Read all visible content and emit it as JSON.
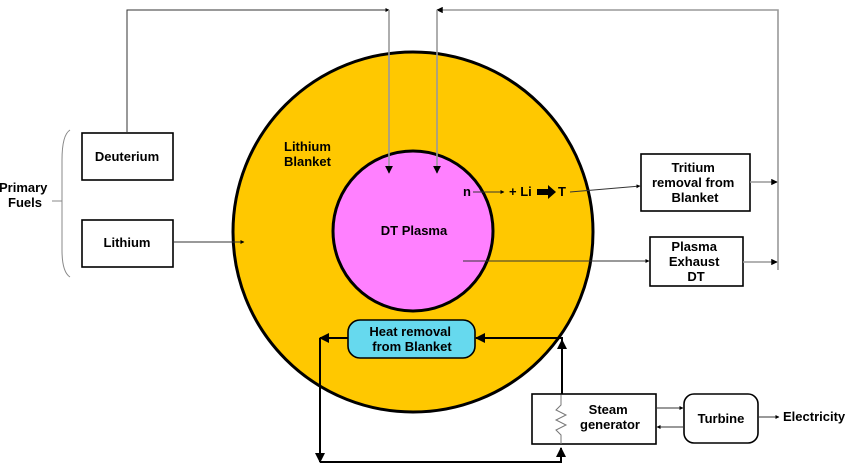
{
  "diagram": {
    "primary_fuels_label": [
      "Primary",
      "Fuels"
    ],
    "nodes": {
      "deuterium": "Deuterium",
      "lithium": "Lithium",
      "blanket": [
        "Lithium",
        "Blanket"
      ],
      "plasma": "DT Plasma",
      "reaction": {
        "n": "n",
        "li": "+ Li",
        "t": "T"
      },
      "tritium_removal": [
        "Tritium",
        "removal from",
        "Blanket"
      ],
      "plasma_exhaust": [
        "Plasma",
        "Exhaust",
        "DT"
      ],
      "heat_removal": [
        "Heat removal",
        "from Blanket"
      ],
      "steam_generator": [
        "Steam",
        "generator"
      ],
      "turbine": "Turbine",
      "electricity": "Electricity"
    },
    "colors": {
      "blanket": "#FFC800",
      "plasma": "#FF80FF",
      "heat_removal": "#66D9EE"
    }
  }
}
